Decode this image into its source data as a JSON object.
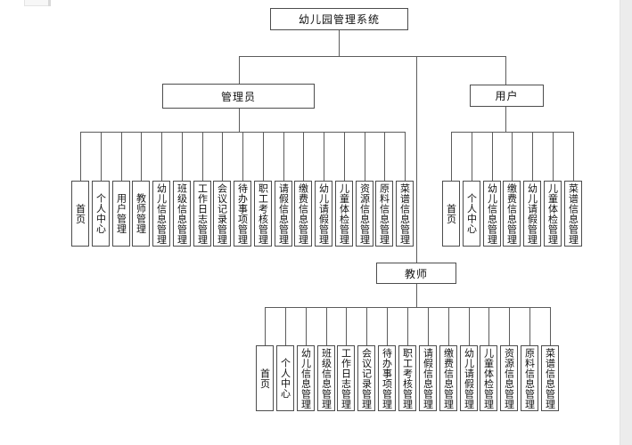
{
  "page": {
    "background": "#ffffff",
    "right_gutter_color": "#ececec"
  },
  "diagram": {
    "root": {
      "label": "幼儿园管理系统"
    },
    "branches": [
      {
        "label": "管理员",
        "children": [
          "首页",
          "个人中心",
          "用户管理",
          "教师管理",
          "幼儿信息管理",
          "班级信息管理",
          "工作日志管理",
          "会议记录管理",
          "待办事项管理",
          "职工考核管理",
          "请假信息管理",
          "缴费信息管理",
          "幼儿请假管理",
          "儿童体检管理",
          "资源信息管理",
          "原料信息管理",
          "菜谱信息管理"
        ]
      },
      {
        "label": "用户",
        "children": [
          "首页",
          "个人中心",
          "幼儿信息管理",
          "缴费信息管理",
          "幼儿请假管理",
          "儿童体检管理",
          "菜谱信息管理"
        ]
      },
      {
        "label": "教师",
        "children": [
          "首页",
          "个人中心",
          "幼儿信息管理",
          "班级信息管理",
          "工作日志管理",
          "会议记录管理",
          "待办事项管理",
          "职工考核管理",
          "请假信息管理",
          "缴费信息管理",
          "幼儿请假管理",
          "儿童体检管理",
          "资源信息管理",
          "原料信息管理",
          "菜谱信息管理"
        ]
      }
    ],
    "colors": {
      "line": "#5c5c5c",
      "box_border": "#4d4d4d",
      "text": "#111111"
    }
  }
}
